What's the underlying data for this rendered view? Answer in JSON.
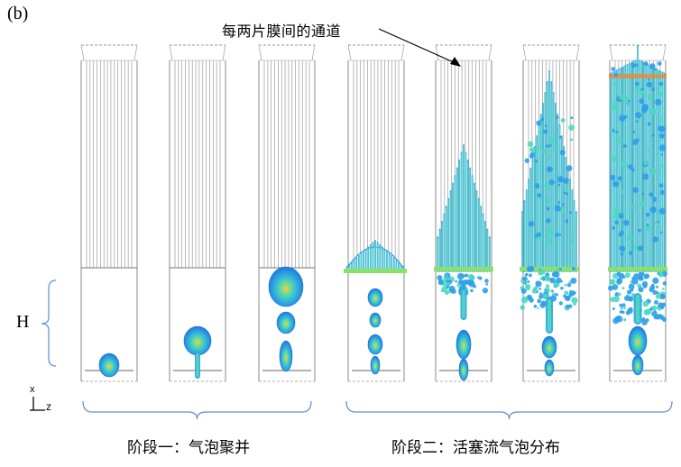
{
  "panel_label": "(b)",
  "annotation": "每两片膜间的通道",
  "height_label": "H",
  "axes": {
    "x": "x",
    "z": "z"
  },
  "stages": [
    {
      "label": "阶段一：气泡聚并",
      "frames": 3
    },
    {
      "label": "阶段二：活塞流气泡分布",
      "frames": 4
    }
  ],
  "colors": {
    "bubble_base": "#2a8fe3",
    "bubble_mid": "#3fd6c6",
    "bubble_hot": "#f2d23a",
    "bubble_peak": "#e4542c",
    "frame": "#8a8a8a",
    "brace": "#5b8fd6"
  }
}
